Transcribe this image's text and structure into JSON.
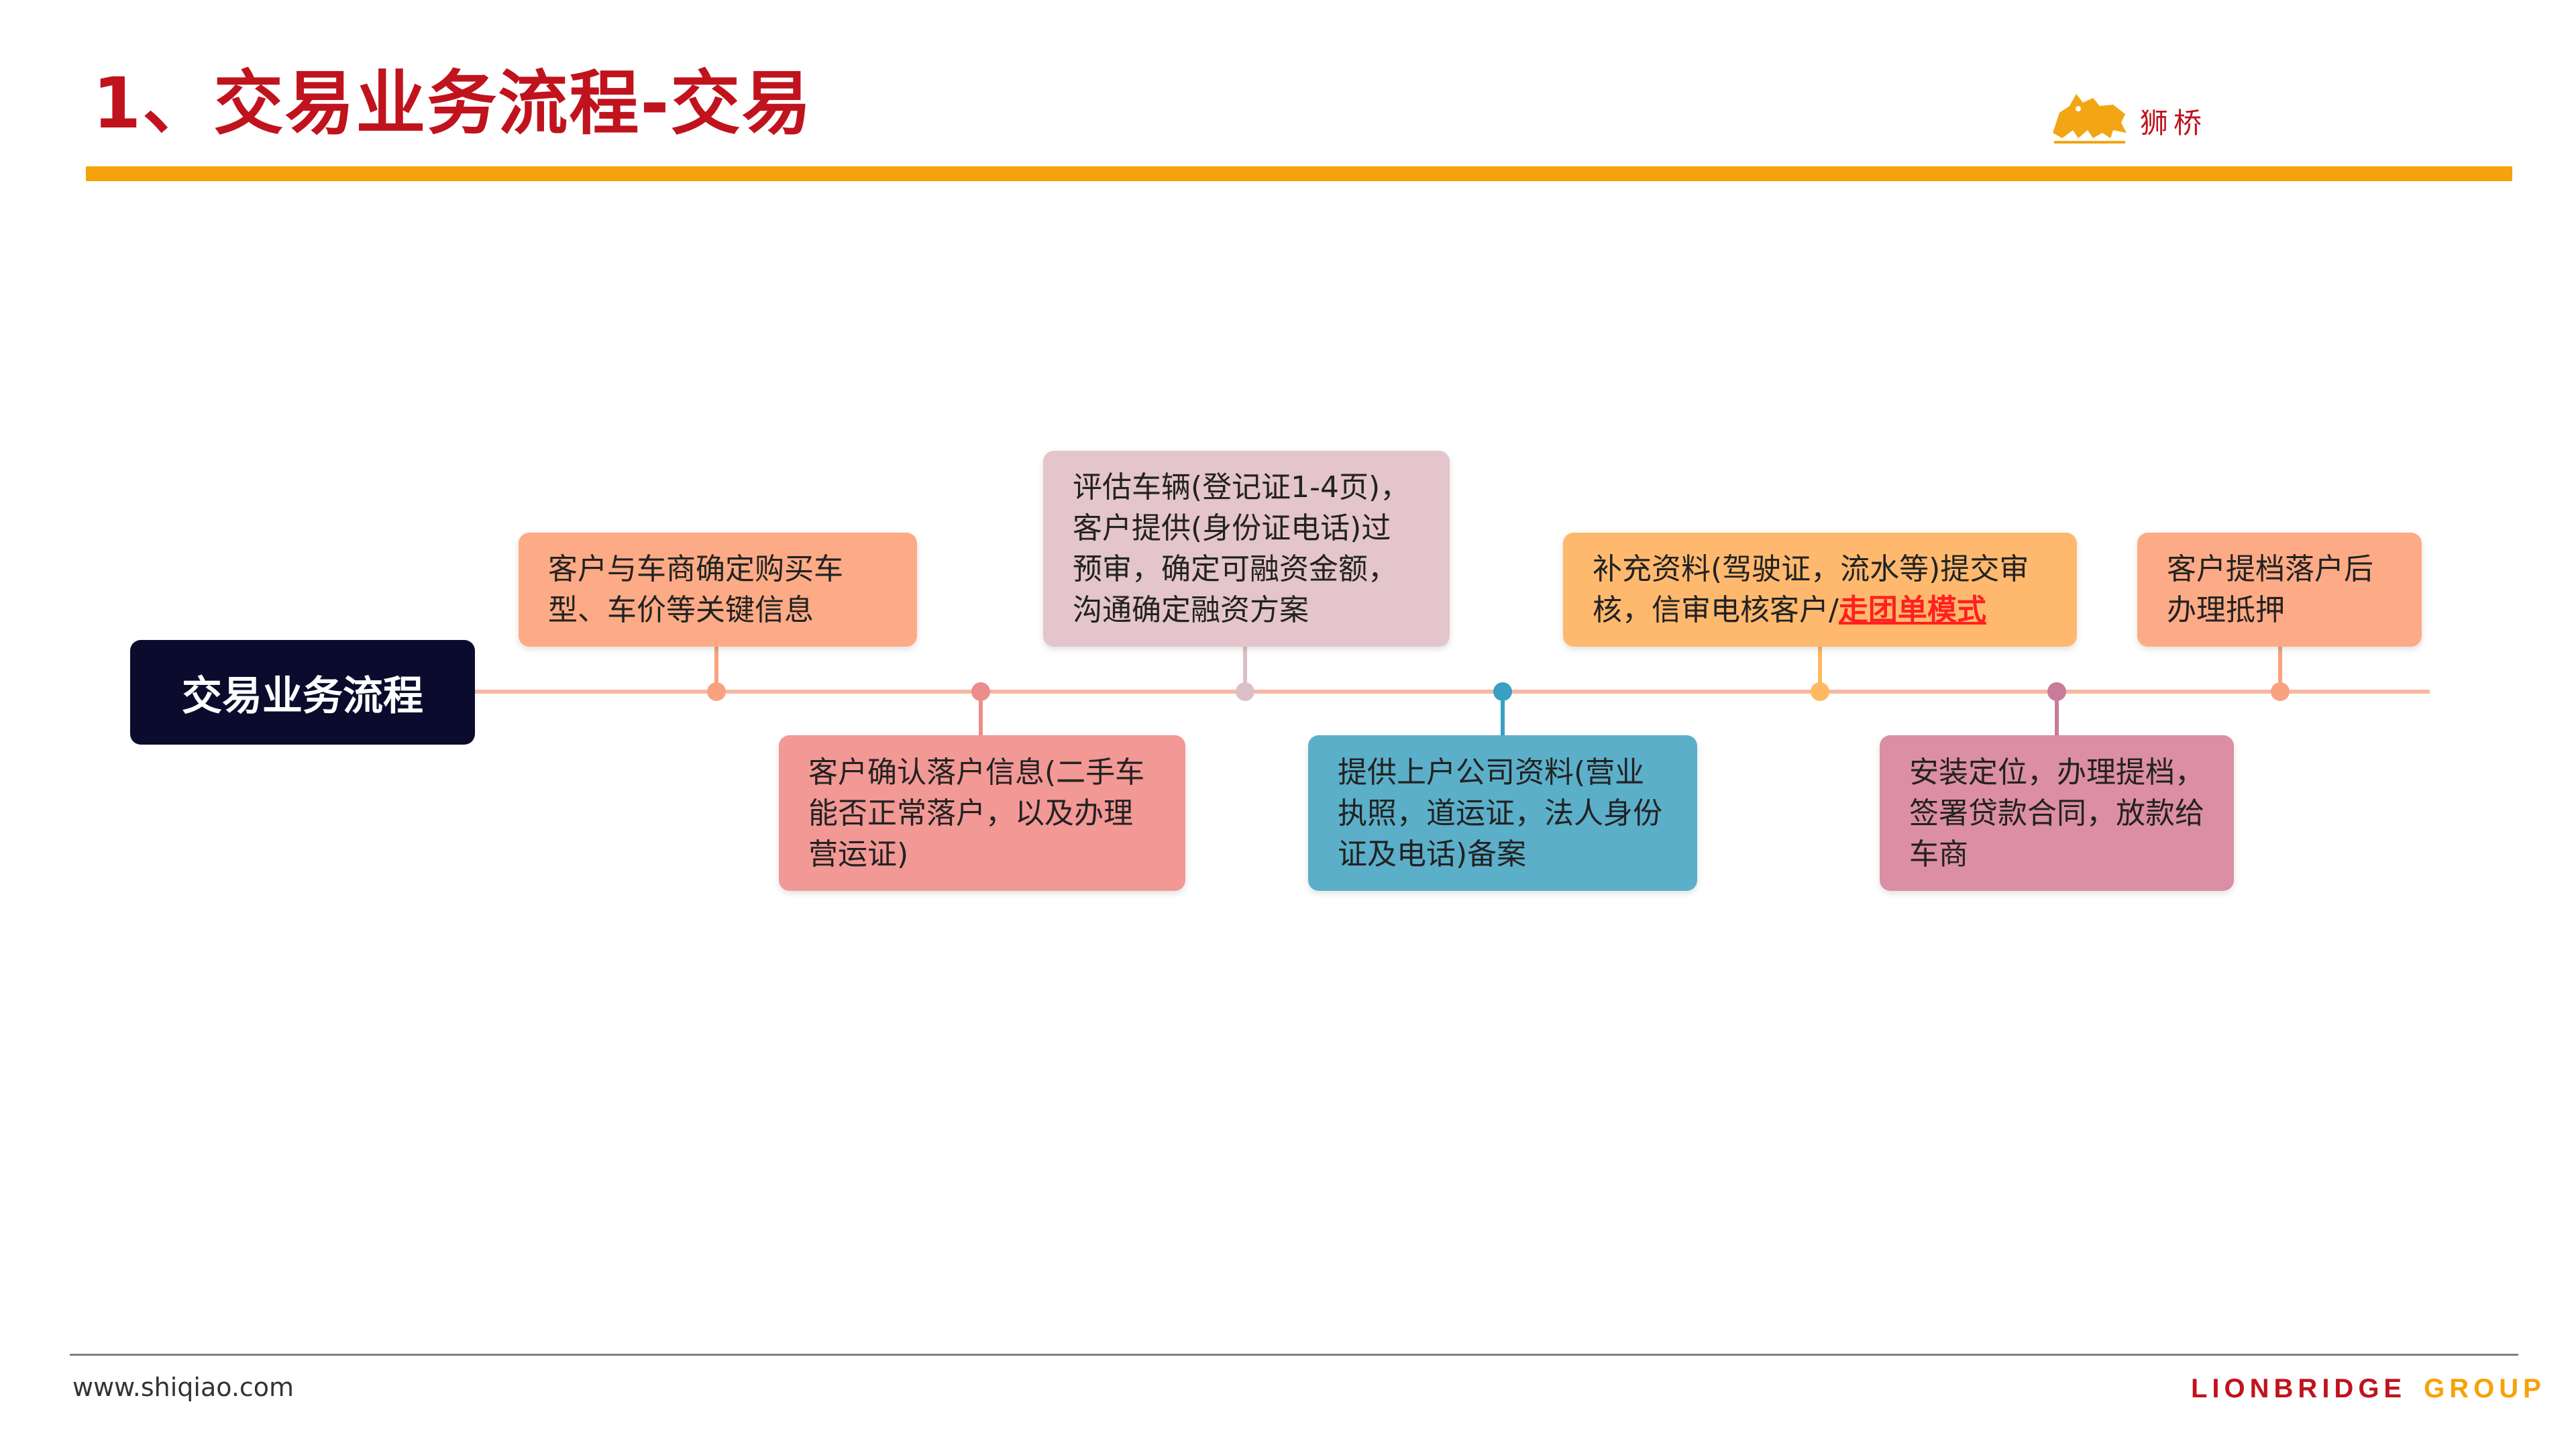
{
  "title": "1、交易业务流程-交易",
  "logo": {
    "name": "狮桥",
    "icon": "lion-icon"
  },
  "flow": {
    "start_label": "交易业务流程",
    "steps": [
      {
        "text": "客户与车商确定购买车型、车价等关键信息",
        "position": "above"
      },
      {
        "text": "客户确认落户信息(二手车能否正常落户，以及办理营运证)",
        "position": "below"
      },
      {
        "text": "评估车辆(登记证1-4页)，客户提供(身份证电话)过预审，确定可融资金额，沟通确定融资方案",
        "position": "above"
      },
      {
        "text": "提供上户公司资料(营业执照，道运证，法人身份证及电话)备案",
        "position": "below"
      },
      {
        "text": "补充资料(驾驶证，流水等)提交审核，信审电核客户/",
        "highlight": "走团单模式",
        "position": "above"
      },
      {
        "text": "安装定位，办理提档，签署贷款合同，放款给车商",
        "position": "below"
      },
      {
        "text": "客户提档落户后办理抵押",
        "position": "above"
      }
    ]
  },
  "footer": {
    "website": "www.shiqiao.com",
    "brand_left": "LIONBRIDGE",
    "brand_right": "GROUP"
  },
  "colors": {
    "title": "#c0131d",
    "accent_bar": "#f6a20a",
    "flow_line": "#f6b8a2",
    "start_box": "#0b0b2e",
    "highlight": "#ff2020",
    "brand_left": "#c0131d",
    "brand_right": "#f6a20a"
  }
}
